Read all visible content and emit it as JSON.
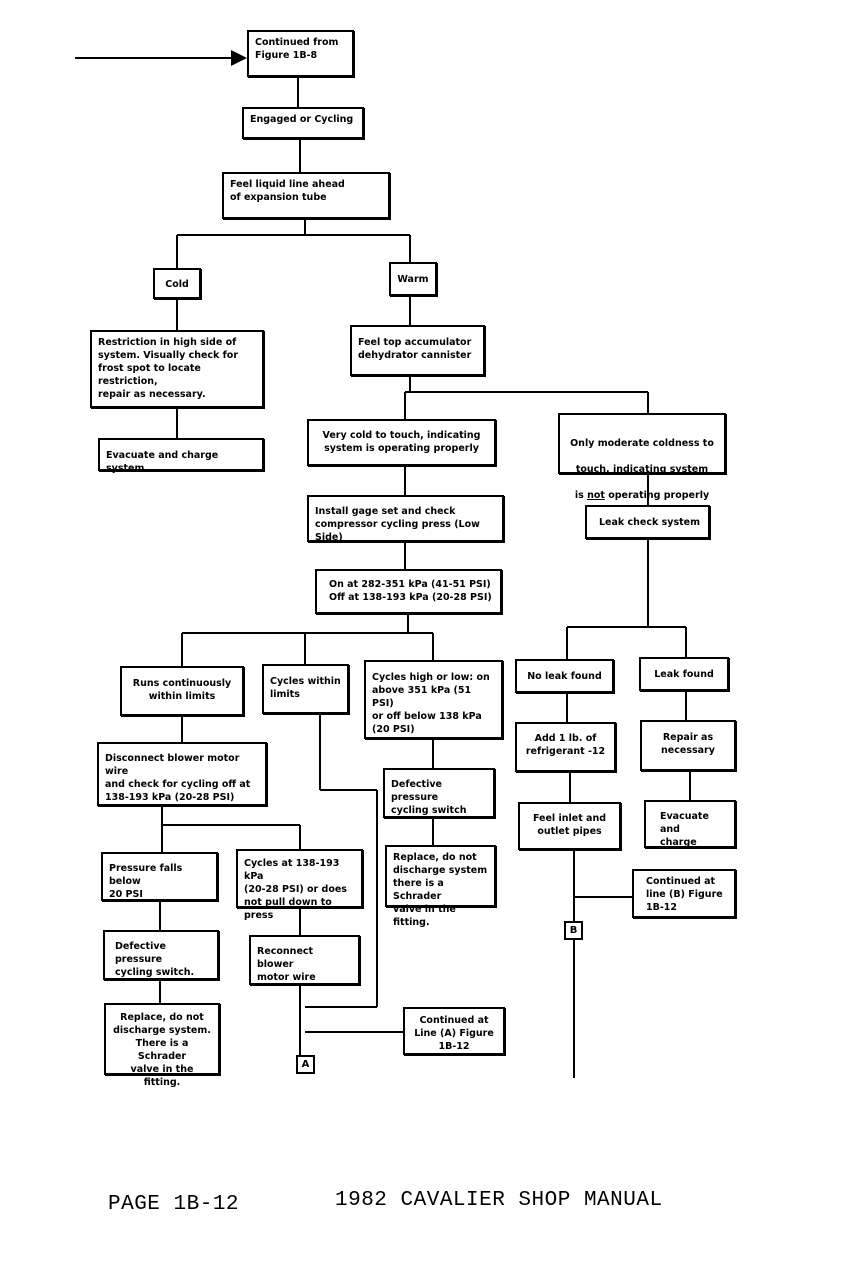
{
  "boxes": {
    "continued_from": "Continued from\nFigure 1B-8",
    "engaged": "Engaged or Cycling",
    "feel_liquid": "Feel liquid line ahead\nof expansion tube",
    "cold": "Cold",
    "warm": "Warm",
    "restriction": "Restriction in high side of\nsystem.  Visually check for\nfrost spot to locate restriction,\nrepair as necessary.",
    "evacuate_left": "Evacuate and charge system",
    "feel_top": "Feel top accumulator\ndehydrator cannister",
    "very_cold": "Very cold to touch, indicating\nsystem is operating properly",
    "moderate_line1": "Only moderate coldness to",
    "moderate_line2": "touch, indicating system",
    "moderate_is": "is ",
    "moderate_not": "not",
    "moderate_end": " operating properly",
    "install_gage": "Install gage set and check\ncompressor cycling press (Low Side)",
    "on_off": "On at 282-351 kPa (41-51 PSI)\nOff at 138-193 kPa (20-28 PSI)",
    "leak_check": "Leak check system",
    "runs_cont": "Runs continuously\nwithin limits",
    "cycles_within": "Cycles within\nlimits",
    "cycles_high_low": "Cycles high or low: on\nabove 351 kPa (51 PSI)\nor off below 138 kPa\n(20 PSI)",
    "no_leak": "No leak found",
    "leak_found": "Leak found",
    "disconnect": "Disconnect blower motor wire\nand check for cycling off at\n138-193 kPa (20-28 PSI)",
    "defective_mid": "Defective pressure\ncycling switch",
    "add_refrig": "Add 1 lb. of\nrefrigerant -12",
    "repair_nec": "Repair as\nnecessary",
    "replace_mid": "Replace, do not\ndischarge system\nthere is a Schrader\nvalve in the fitting.",
    "feel_inlet": "Feel inlet and\noutlet pipes",
    "evac_charge_right": "Evacuate and\ncharge",
    "pressure_falls": "Pressure falls below\n20 PSI",
    "cycles_at": "Cycles at 138-193 kPa\n(20-28 PSI) or does\nnot pull down to press",
    "continued_b": "Continued at\nline (B) Figure\n1B-12",
    "defective_left": "Defective pressure\ncycling switch.",
    "reconnect": "Reconnect blower\nmotor wire",
    "replace_left": "Replace, do not\ndischarge system.\nThere is a Schrader\nvalve in the fitting.",
    "continued_a": "Continued at\nLine (A) Figure\n1B-12"
  },
  "connectors": {
    "a": "A",
    "b": "B"
  },
  "footer": {
    "page": "PAGE 1B-12",
    "title": "1982 CAVALIER SHOP MANUAL"
  }
}
